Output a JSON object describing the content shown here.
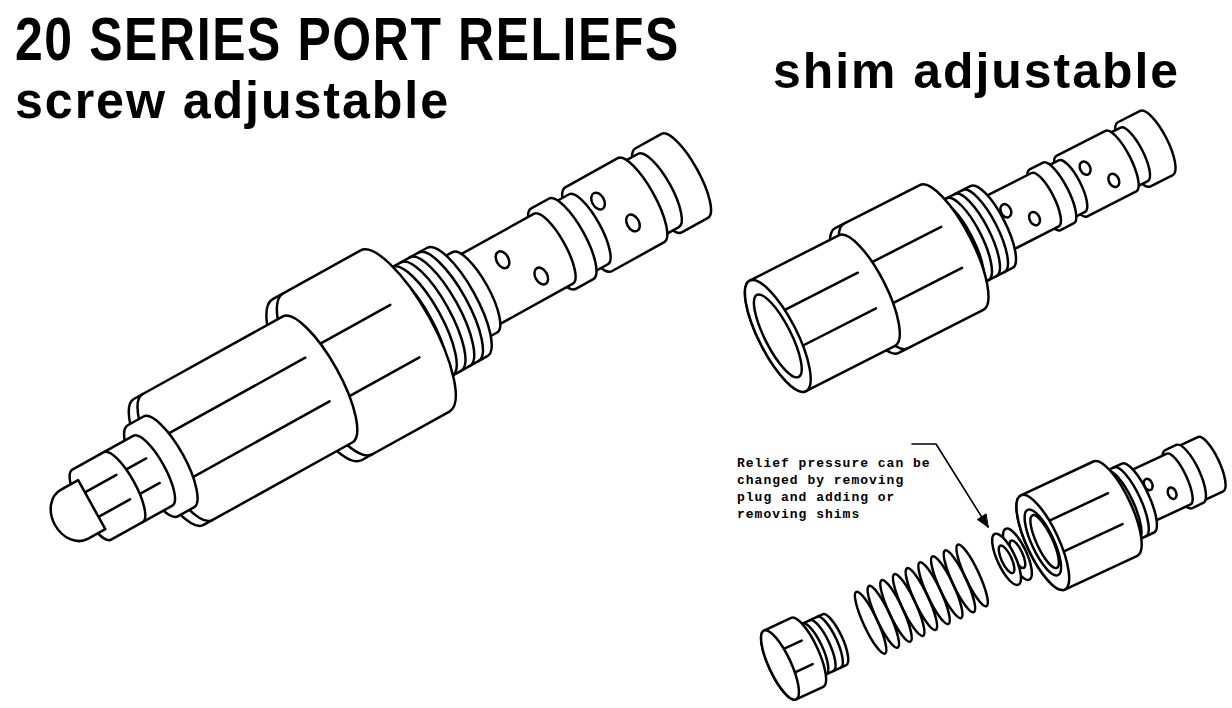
{
  "diagram": {
    "title": "20 SERIES PORT RELIEFS",
    "labels": [
      "screw adjustable",
      "shim adjustable",
      "Relief pressure can be changed by removing plug and adding or removing shims"
    ]
  }
}
